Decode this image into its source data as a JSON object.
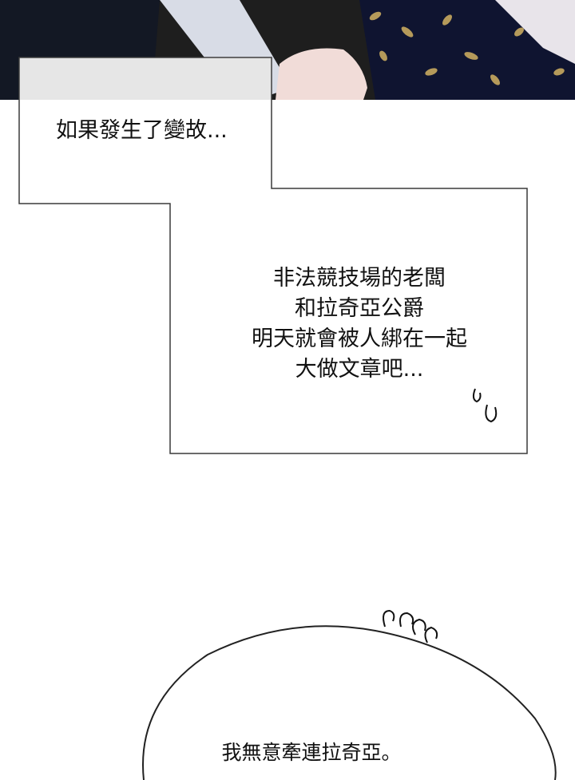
{
  "panel": {
    "caption_1": "如果發生了變故...",
    "caption_2_lines": [
      "非法競技場的老闆",
      "和拉奇亞公爵",
      "明天就會被人綁在一起",
      "大做文章吧..."
    ],
    "speech_bubble": "我無意牽連拉奇亞。"
  },
  "colors": {
    "scene_dark": "#121620",
    "border": "#3a3a3a",
    "leaf_gold": "#b59a5a"
  }
}
